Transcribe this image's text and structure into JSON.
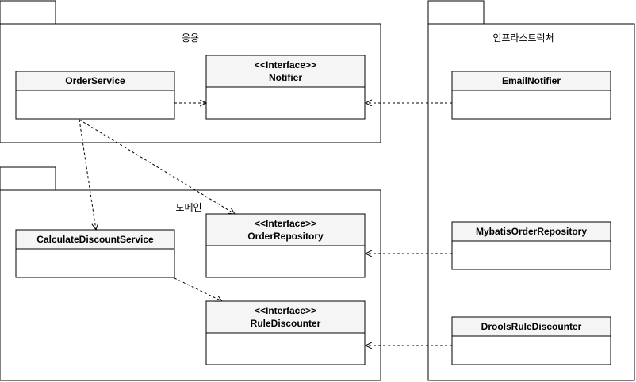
{
  "packages": {
    "application": {
      "label": "응용"
    },
    "infrastructure": {
      "label": "인프라스트럭처"
    },
    "domain": {
      "label": "도메인"
    }
  },
  "classes": {
    "order_service": {
      "name": "OrderService"
    },
    "notifier": {
      "stereotype": "<<Interface>>",
      "name": "Notifier"
    },
    "email_notifier": {
      "name": "EmailNotifier"
    },
    "calculate_discount_service": {
      "name": "CalculateDiscountService"
    },
    "order_repository": {
      "stereotype": "<<Interface>>",
      "name": "OrderRepository"
    },
    "mybatis_order_repository": {
      "name": "MybatisOrderRepository"
    },
    "rule_discounter": {
      "stereotype": "<<Interface>>",
      "name": "RuleDiscounter"
    },
    "drools_rule_discounter": {
      "name": "DroolsRuleDiscounter"
    }
  }
}
